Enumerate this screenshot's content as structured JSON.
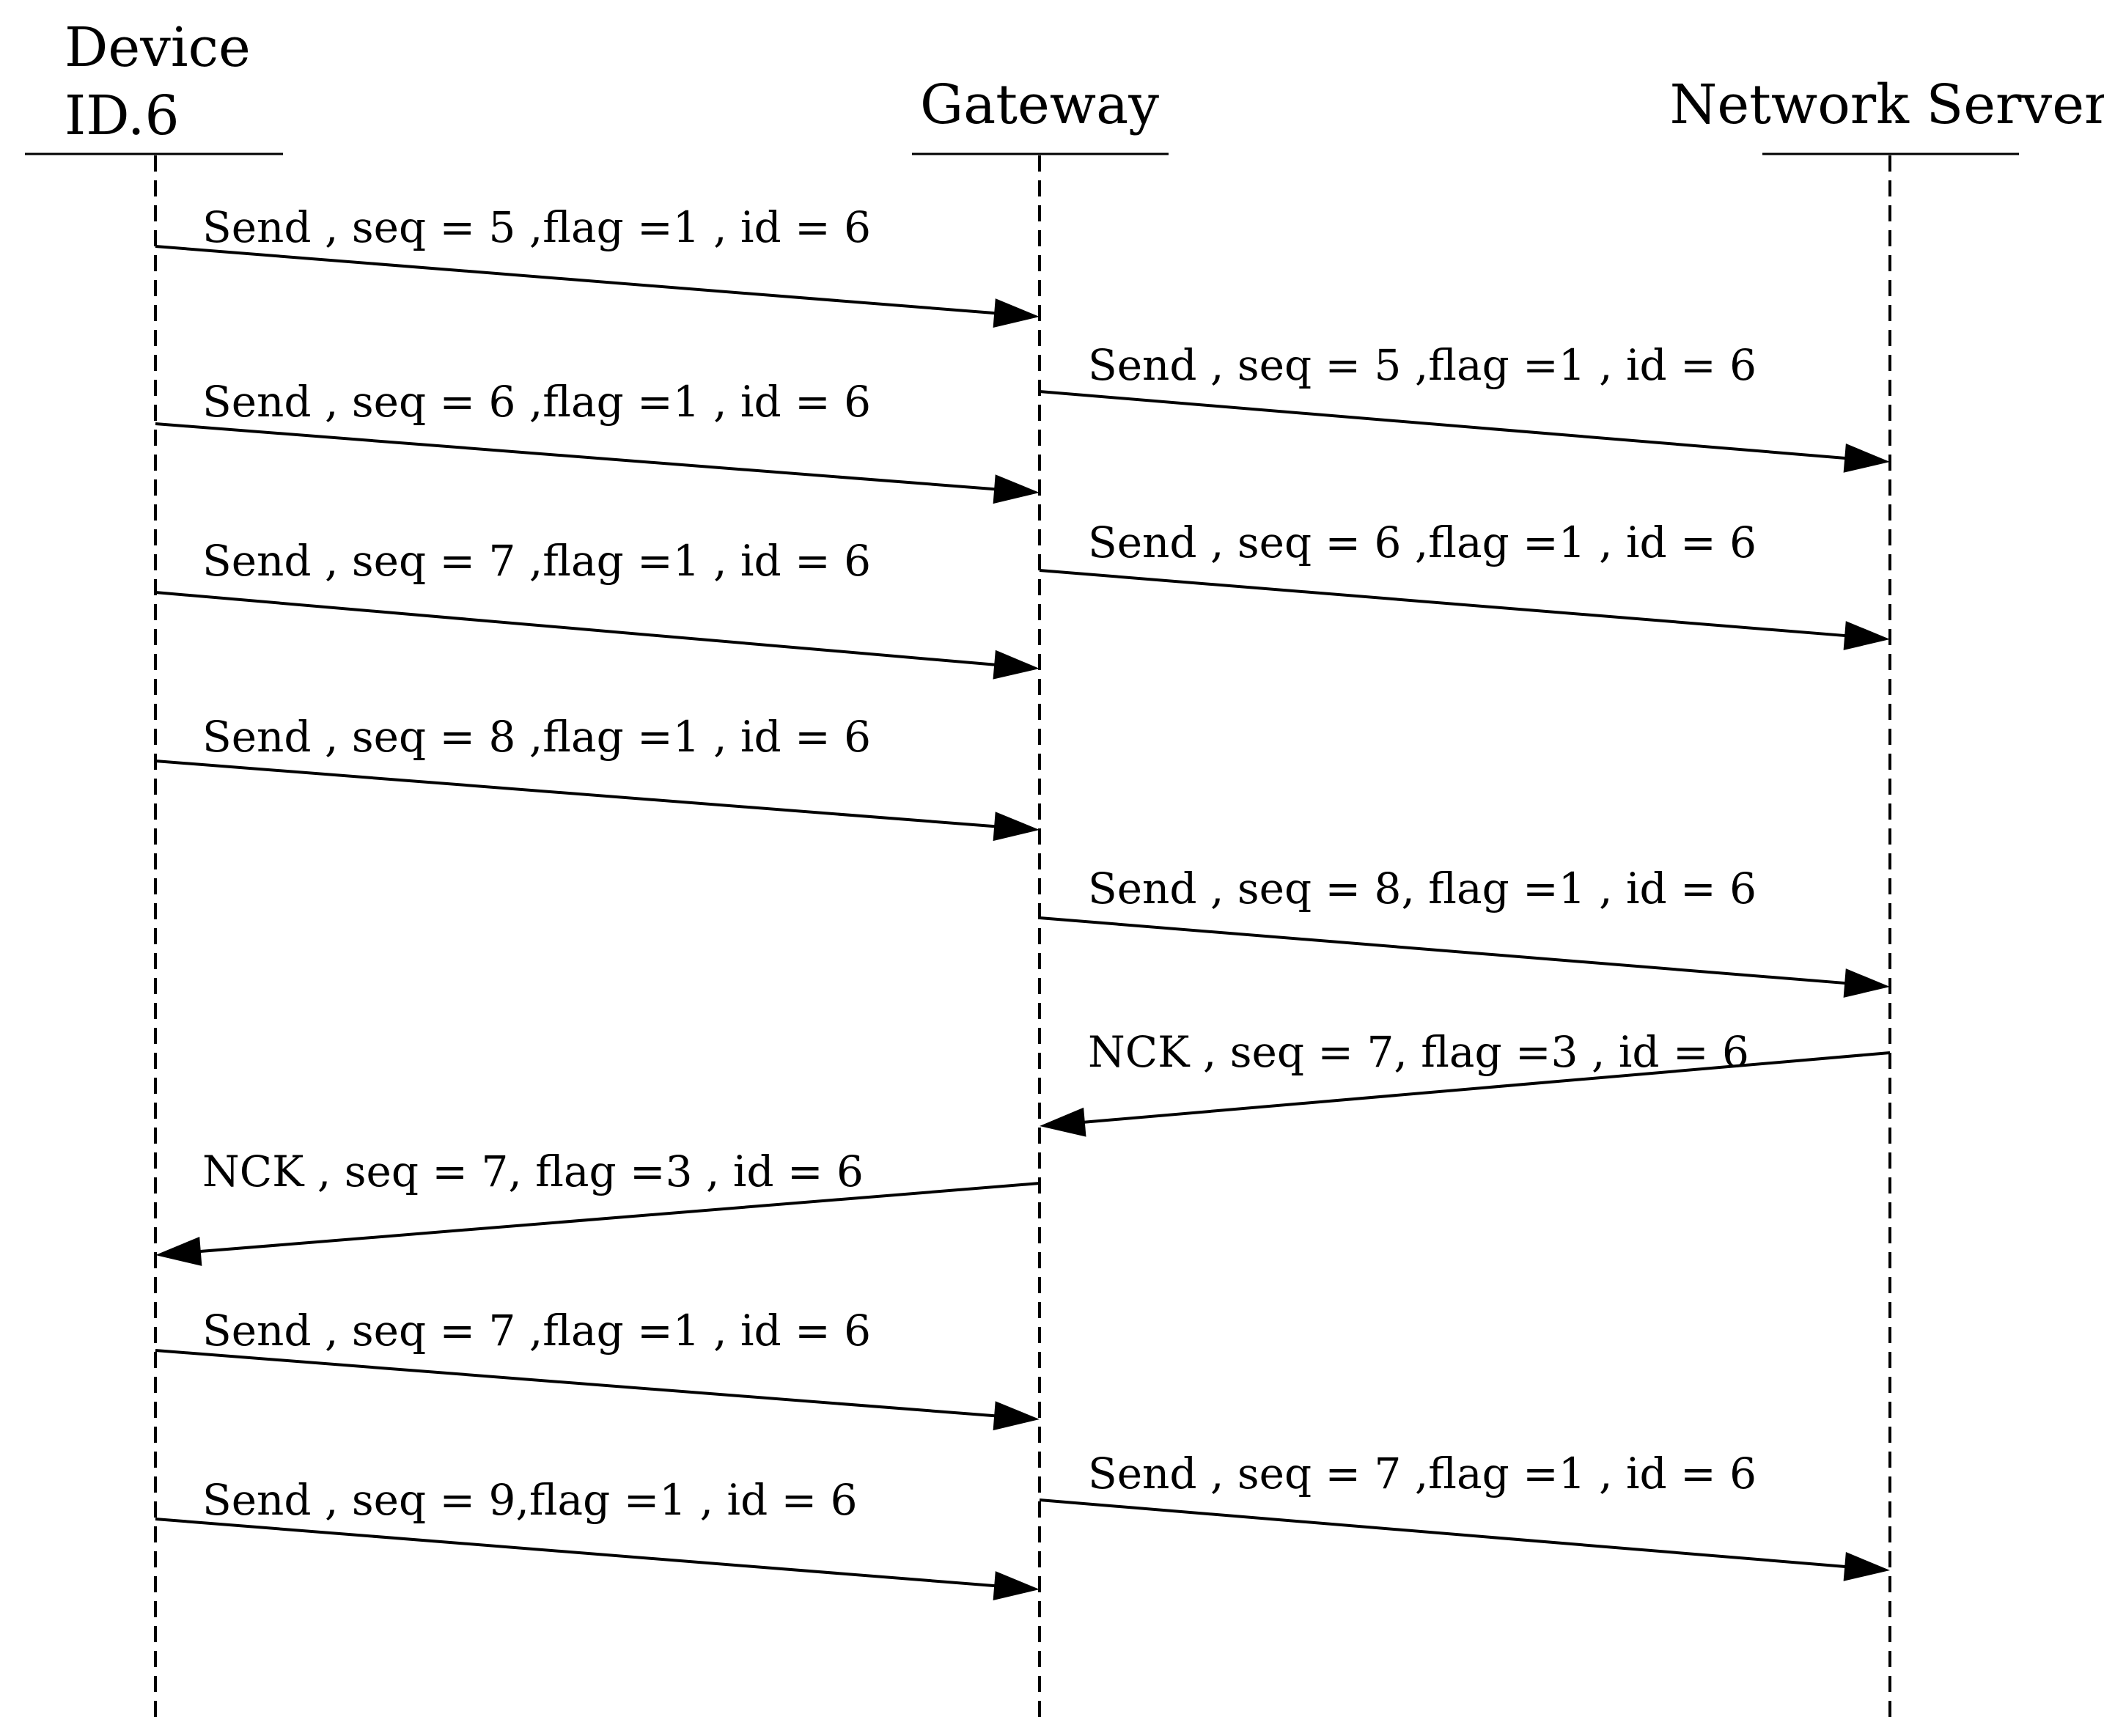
{
  "participants": [
    {
      "id": "device",
      "title_lines": [
        "Device",
        "ID.6"
      ]
    },
    {
      "id": "gateway",
      "title_lines": [
        "Gateway"
      ]
    },
    {
      "id": "server",
      "title_lines": [
        "Network Server"
      ]
    }
  ],
  "messages": [
    {
      "from": "device",
      "to": "gateway",
      "label": "Send , seq = 5 ,flag =1 , id = 6"
    },
    {
      "from": "gateway",
      "to": "server",
      "label": "Send , seq = 5 ,flag =1 , id = 6"
    },
    {
      "from": "device",
      "to": "gateway",
      "label": "Send , seq = 6 ,flag =1 , id = 6"
    },
    {
      "from": "gateway",
      "to": "server",
      "label": "Send , seq = 6 ,flag =1 , id = 6"
    },
    {
      "from": "device",
      "to": "gateway",
      "label": "Send , seq = 7 ,flag =1 , id = 6"
    },
    {
      "from": "device",
      "to": "gateway",
      "label": "Send , seq = 8 ,flag =1 , id = 6"
    },
    {
      "from": "gateway",
      "to": "server",
      "label": "Send , seq = 8, flag =1 , id = 6"
    },
    {
      "from": "server",
      "to": "gateway",
      "label": "NCK , seq = 7, flag =3 , id = 6"
    },
    {
      "from": "gateway",
      "to": "device",
      "label": "NCK , seq = 7, flag =3 , id = 6"
    },
    {
      "from": "device",
      "to": "gateway",
      "label": "Send , seq = 7 ,flag =1 , id = 6"
    },
    {
      "from": "device",
      "to": "gateway",
      "label": "Send , seq = 9,flag =1 , id = 6"
    },
    {
      "from": "gateway",
      "to": "server",
      "label": "Send , seq = 7 ,flag =1 , id = 6"
    }
  ]
}
